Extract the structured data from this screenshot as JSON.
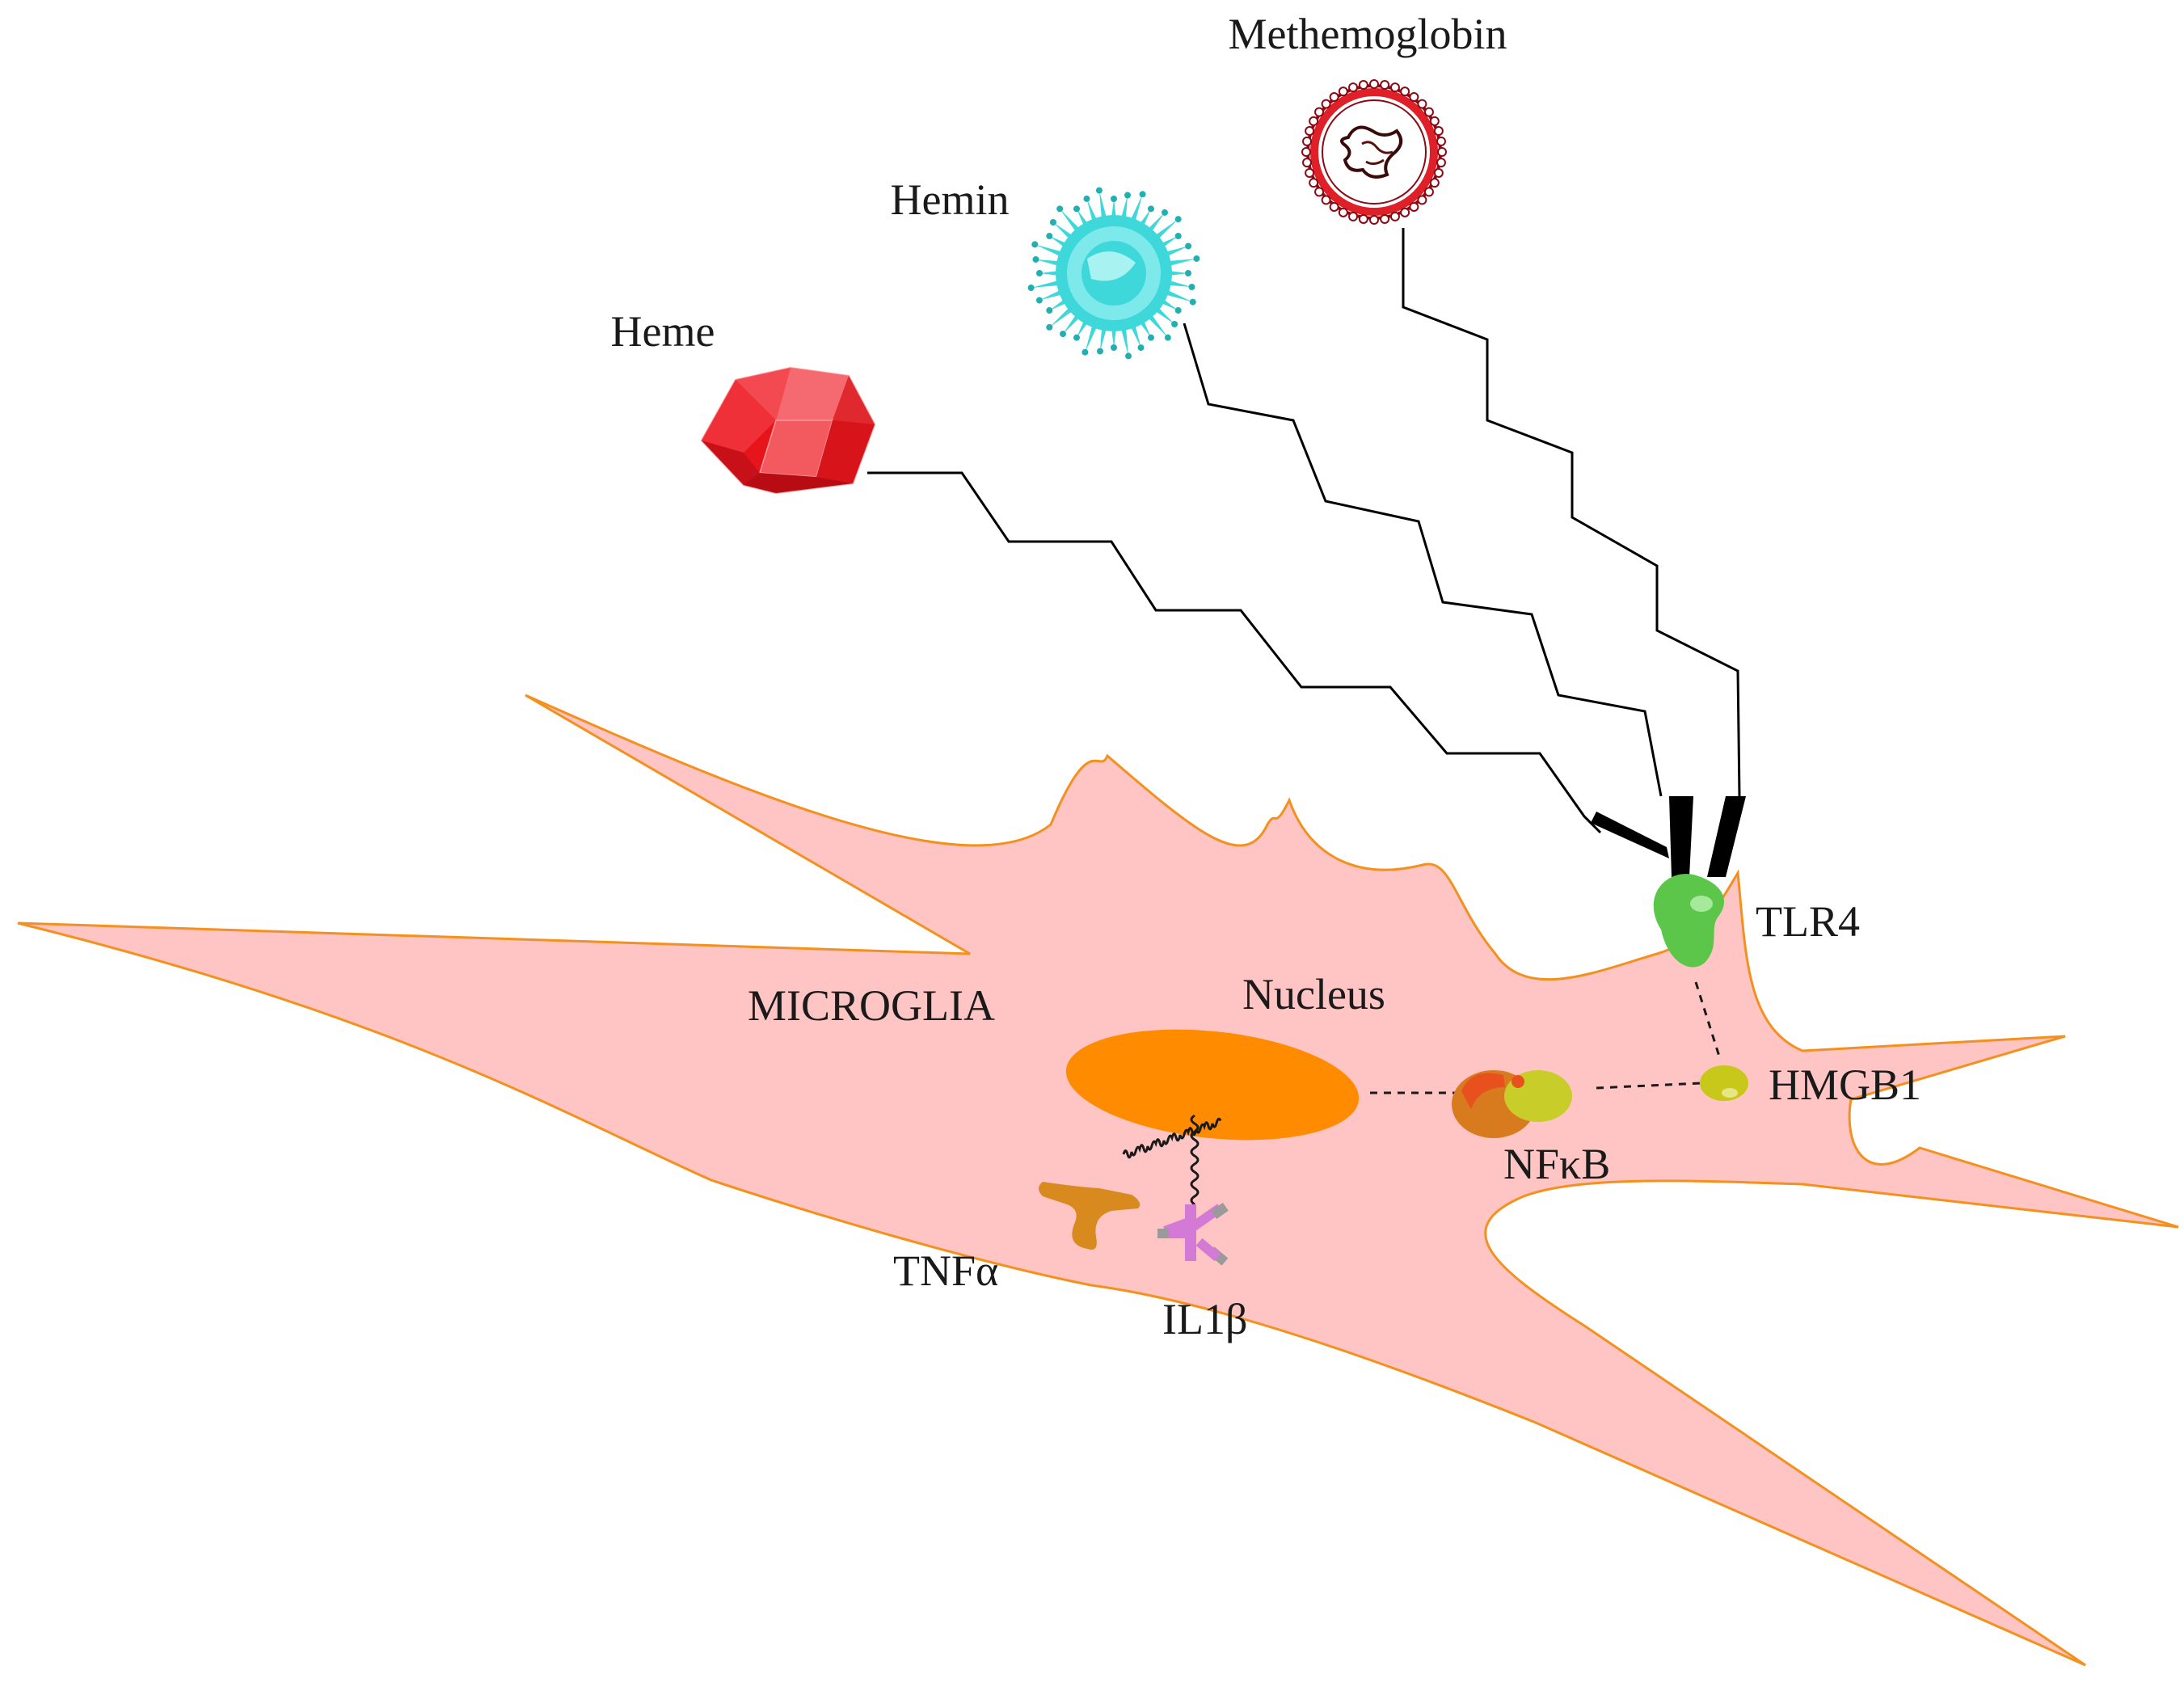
{
  "labels": {
    "methemoglobin": "Methemoglobin",
    "hemin": "Hemin",
    "heme": "Heme",
    "tlr4": "TLR4",
    "microglia": "MICROGLIA",
    "nucleus": "Nucleus",
    "hmgb1": "HMGB1",
    "nfkb": "NFκB",
    "tnfa": "TNFα",
    "il1b": "IL1β"
  },
  "colors": {
    "cell_fill": "#FFC4C4",
    "cell_outline": "#F4901E",
    "nucleus": "#FF8C00",
    "heme": "#E8141B",
    "hemin": "#3FD8DA",
    "methemoglobin": "#B3121E",
    "tlr4": "#5CC64A",
    "hmgb1": "#C8C81A",
    "nfkb_outer": "#D87A1E",
    "nfkb_inner": "#C9CD2A",
    "tnfa": "#D98A1E",
    "il1b": "#D27AD6",
    "pathway_line": "#000000"
  },
  "icons": {
    "heme": "polyhedron-icon",
    "hemin": "spiky-sphere-icon",
    "methemoglobin": "ring-molecule-icon",
    "tlr4": "receptor-icon",
    "hmgb1": "protein-blob-icon",
    "nfkb": "protein-complex-icon",
    "tnfa": "y-receptor-icon",
    "il1b": "y-receptor-icon"
  }
}
